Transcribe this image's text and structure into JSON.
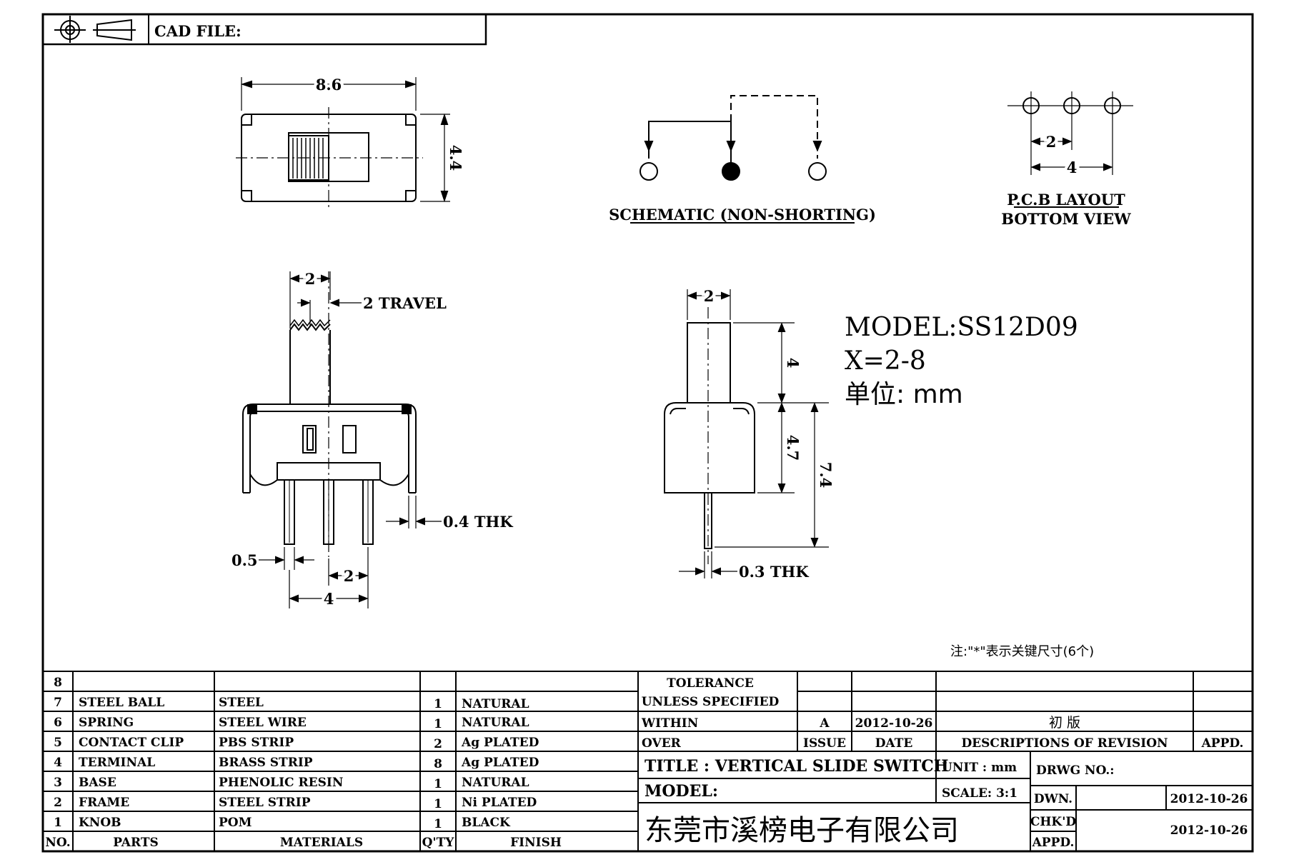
{
  "header": {
    "cad_file_label": "CAD FILE:",
    "projection_icon": "third-angle-projection-icon"
  },
  "top_view": {
    "width_dim": "8.6",
    "height_dim": "4.4"
  },
  "schematic": {
    "caption": "SCHEMATIC (NON-SHORTING)"
  },
  "pcb_layout": {
    "pitch_dim": "2",
    "span_dim": "4",
    "caption_line1": "P.C.B LAYOUT",
    "caption_line2": "BOTTOM VIEW"
  },
  "front_view": {
    "knob_width": "2",
    "travel": "2 TRAVEL",
    "pin_thickness": "0.4 THK",
    "pin_width": "0.5",
    "pin_pitch": "2",
    "pin_span": "4"
  },
  "side_view": {
    "knob_width": "2",
    "knob_height": "4",
    "body_height": "4.7",
    "total_height": "7.4",
    "pin_thickness": "0.3 THK"
  },
  "model_info": {
    "model": "MODEL:SS12D09",
    "x_range": "X=2-8",
    "unit": "单位: mm"
  },
  "note": "注:\"*\"表示关键尺寸(6个)",
  "bom": {
    "headers": {
      "no": "NO.",
      "parts": "PARTS",
      "materials": "MATERIALS",
      "qty": "Q'TY",
      "finish": "FINISH"
    },
    "rows": [
      {
        "no": "8",
        "parts": "",
        "materials": "",
        "qty": "",
        "finish": ""
      },
      {
        "no": "7",
        "parts": "STEEL BALL",
        "materials": "STEEL",
        "qty": "1",
        "finish": "NATURAL"
      },
      {
        "no": "6",
        "parts": "SPRING",
        "materials": "STEEL WIRE",
        "qty": "1",
        "finish": "NATURAL"
      },
      {
        "no": "5",
        "parts": "CONTACT CLIP",
        "materials": "PBS STRIP",
        "qty": "2",
        "finish": "Ag PLATED"
      },
      {
        "no": "4",
        "parts": "TERMINAL",
        "materials": "BRASS STRIP",
        "qty": "8",
        "finish": "Ag PLATED"
      },
      {
        "no": "3",
        "parts": "BASE",
        "materials": "PHENOLIC RESIN",
        "qty": "1",
        "finish": "NATURAL"
      },
      {
        "no": "2",
        "parts": "FRAME",
        "materials": "STEEL STRIP",
        "qty": "1",
        "finish": "Ni PLATED"
      },
      {
        "no": "1",
        "parts": "KNOB",
        "materials": "POM",
        "qty": "1",
        "finish": "BLACK"
      }
    ]
  },
  "tolerance": {
    "line1": "TOLERANCE",
    "line2": "UNLESS  SPECIFIED",
    "within": "WITHIN",
    "over": "OVER"
  },
  "revision": {
    "issue": "A",
    "date": "2012-10-26",
    "description": "初 版",
    "issue_label": "ISSUE",
    "date_label": "DATE",
    "desc_label": "DESCRIPTIONS OF REVISION",
    "appd_label": "APPD."
  },
  "title_block": {
    "title": "TITLE :  VERTICAL SLIDE SWITCH",
    "unit": "UNIT :  mm",
    "drwg_no": "DRWG NO.:",
    "model": "MODEL:",
    "scale": "SCALE:  3:1",
    "company": "东莞市溪榜电子有限公司",
    "dwn_label": "DWN.",
    "dwn_date": "2012-10-26",
    "chkd_label": "CHK'D",
    "appd_label": "APPD.",
    "chk_date": "2012-10-26"
  }
}
